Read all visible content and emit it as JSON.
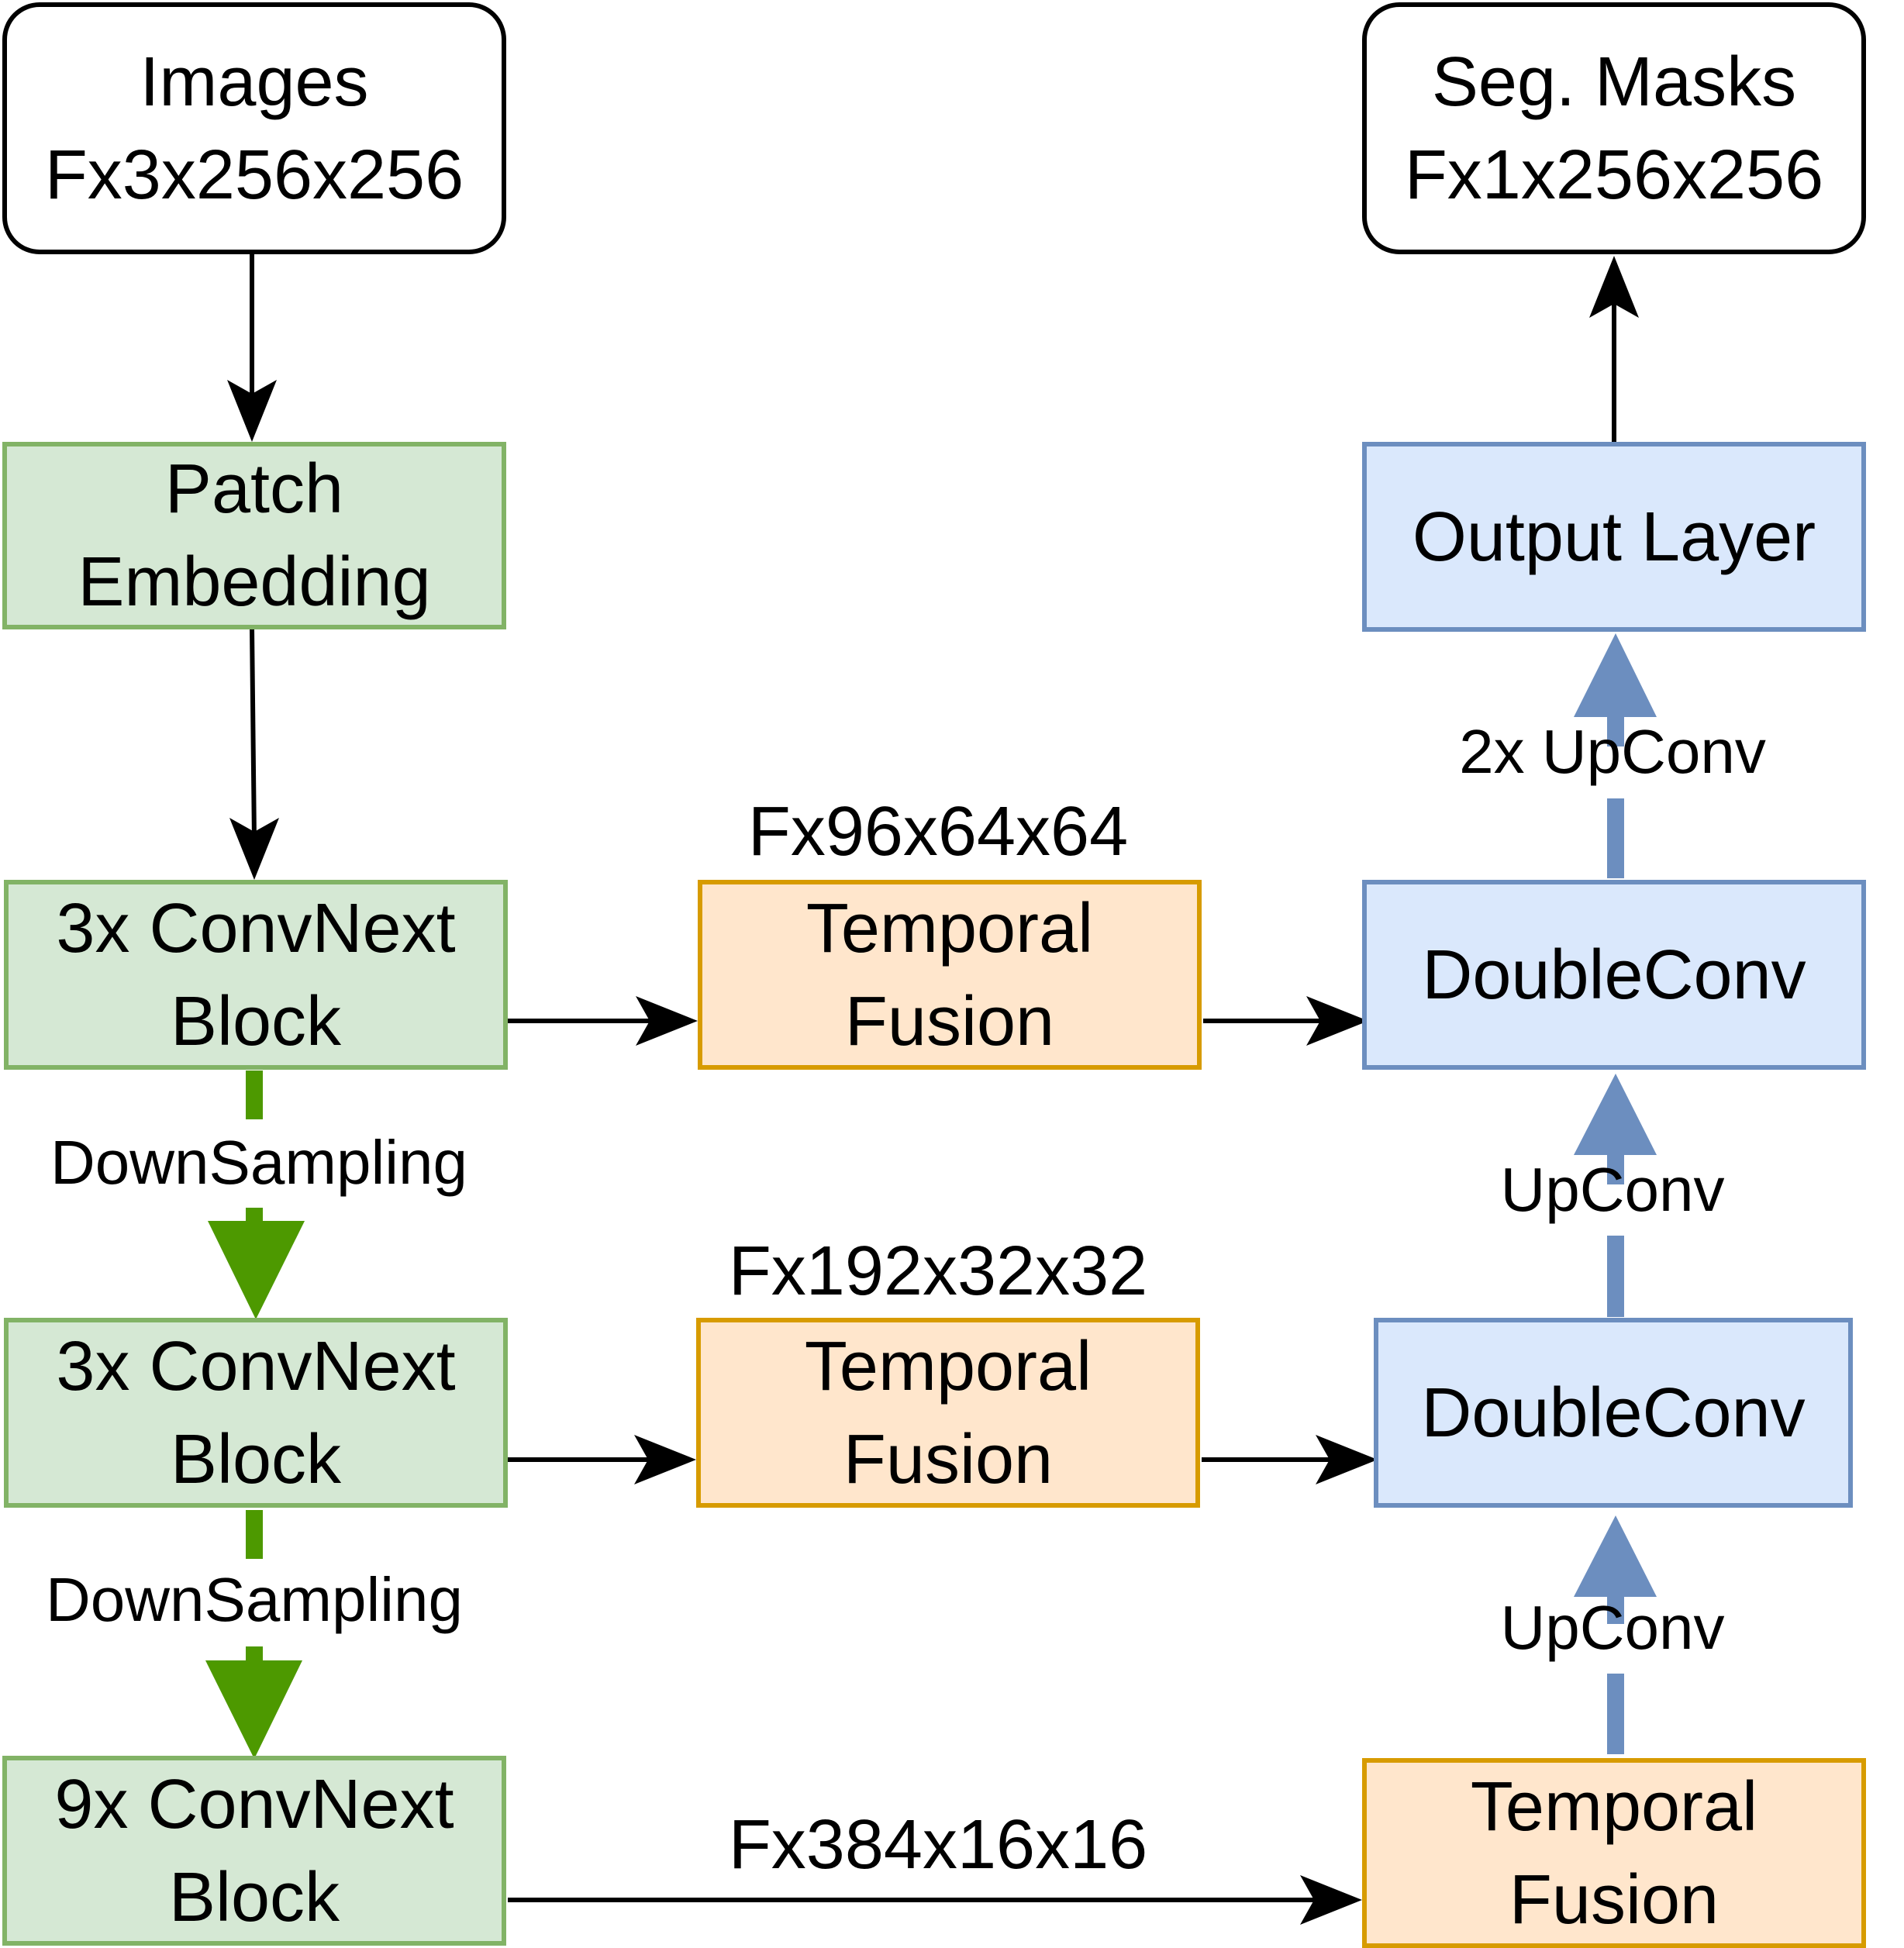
{
  "input": {
    "line1": "Images",
    "line2": "Fx3x256x256"
  },
  "output": {
    "line1": "Seg. Masks",
    "line2": "Fx1x256x256"
  },
  "patch_embedding": {
    "line1": "Patch",
    "line2": "Embedding"
  },
  "encoder": [
    {
      "line1": "3x ConvNext",
      "line2": "Block"
    },
    {
      "line1": "3x ConvNext",
      "line2": "Block"
    },
    {
      "line1": "9x ConvNext",
      "line2": "Block"
    }
  ],
  "fusion": [
    {
      "line1": "Temporal",
      "line2": "Fusion",
      "shape_label": "Fx96x64x64"
    },
    {
      "line1": "Temporal",
      "line2": "Fusion",
      "shape_label": "Fx192x32x32"
    },
    {
      "line1": "Temporal",
      "line2": "Fusion",
      "shape_label": "Fx384x16x16"
    }
  ],
  "decoder": [
    {
      "label": "DoubleConv"
    },
    {
      "label": "DoubleConv"
    }
  ],
  "output_layer": {
    "label": "Output Layer"
  },
  "edge_labels": {
    "downsampling_1": "DownSampling",
    "downsampling_2": "DownSampling",
    "upconv_1": "UpConv",
    "upconv_2": "UpConv",
    "upconv_final": "2x UpConv"
  },
  "colors": {
    "encoder_fill": "#d5e8d4",
    "encoder_stroke": "#82b366",
    "fusion_fill": "#ffe6cc",
    "fusion_stroke": "#d79b00",
    "decoder_fill": "#dae8fc",
    "decoder_stroke": "#6c8ebf",
    "downsample_arrow": "#4d9900",
    "upconv_arrow": "#6c8ebf"
  }
}
